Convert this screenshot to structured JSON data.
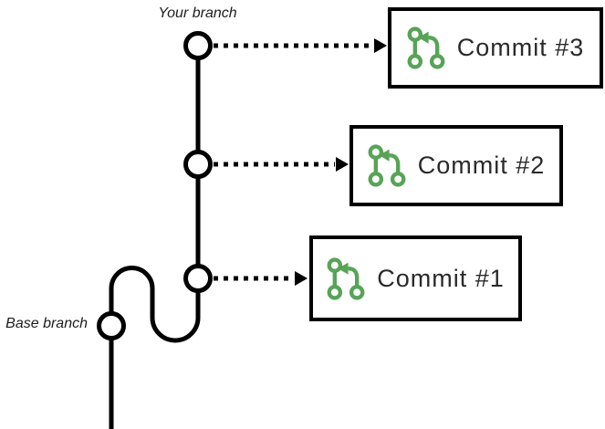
{
  "diagram": {
    "branch_labels": {
      "your_branch": "Your branch",
      "base_branch": "Base branch"
    },
    "commits": [
      {
        "label": "Commit #3",
        "icon": "git-compare-icon"
      },
      {
        "label": "Commit #2",
        "icon": "git-compare-icon"
      },
      {
        "label": "Commit #1",
        "icon": "git-compare-icon"
      }
    ],
    "colors": {
      "icon_green": "#57A457",
      "line": "#000000",
      "text": "#2A2A2A",
      "background": "#FFFFFF"
    }
  }
}
